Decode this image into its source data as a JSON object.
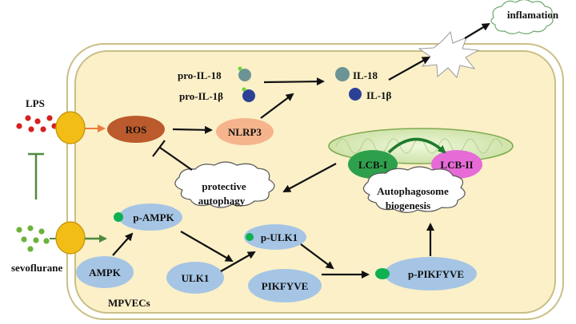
{
  "labels": {
    "inflammation": "inflamation",
    "pro_il18": "pro-IL-18",
    "pro_il1b": "pro-IL-1β",
    "il18": "IL-18",
    "il1b": "IL-1β",
    "lps": "LPS",
    "ros": "ROS",
    "nlrp3": "NLRP3",
    "lcb1": "LCB-I",
    "lcb2": "LCB-II",
    "protective_line1": "protective",
    "protective_line2": "autophagy",
    "autophagosome_line1": "Autophagosome",
    "autophagosome_line2": "biogenesis",
    "p_ampk": "p-AMPK",
    "p_ulk1": "p-ULK1",
    "ampk": "AMPK",
    "ulk1": "ULK1",
    "pikfyve": "PIKFYVE",
    "p_pikfyve": "p-PIKFYVE",
    "sevoflurane": "sevoflurane",
    "cell_type": "MPVECs"
  },
  "colors": {
    "cell_fill": "#fbf0c8",
    "cell_border": "#c9bf86",
    "receptor": "#f2be15",
    "ros": "#bb5a2c",
    "nlrp3": "#f5b48c",
    "lcb1": "#2ea04b",
    "lcb2": "#e66bd6",
    "protein": "#a6c5e5",
    "phospho_dot": "#0eb052",
    "lps_dots": "#d62020",
    "sevo_dots": "#6bb23a",
    "il18": "#6c9494",
    "il1b": "#2c4196",
    "sevo_arrow": "#4d8a3e",
    "lps_arrow": "#ec7d3c"
  }
}
